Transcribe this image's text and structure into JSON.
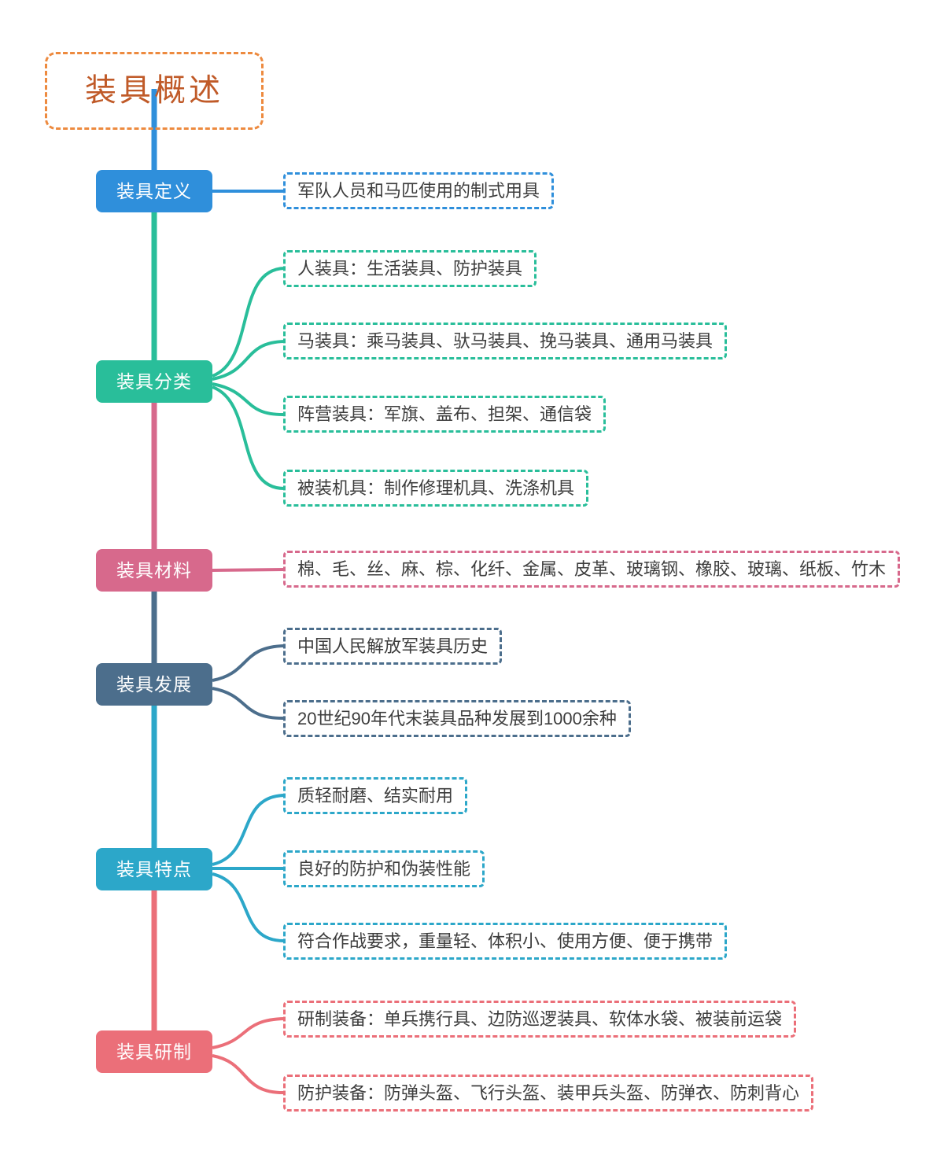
{
  "title": {
    "text": "装具概述",
    "text_color": "#c05a28",
    "border_color": "#ed8a3f"
  },
  "branches": [
    {
      "label": "装具定义",
      "color": "#2f8fdb",
      "leaves": [
        {
          "text": "军队人员和马匹使用的制式用具"
        }
      ]
    },
    {
      "label": "装具分类",
      "color": "#29be9a",
      "leaves": [
        {
          "text": "人装具：生活装具、防护装具"
        },
        {
          "text": "马装具：乘马装具、驮马装具、挽马装具、通用马装具"
        },
        {
          "text": "阵营装具：军旗、盖布、担架、通信袋"
        },
        {
          "text": "被装机具：制作修理机具、洗涤机具"
        }
      ]
    },
    {
      "label": "装具材料",
      "color": "#d7698c",
      "leaves": [
        {
          "text": "棉、毛、丝、麻、棕、化纤、金属、皮革、玻璃钢、橡胶、玻璃、纸板、竹木"
        }
      ]
    },
    {
      "label": "装具发展",
      "color": "#4c6e8c",
      "leaves": [
        {
          "text": "中国人民解放军装具历史"
        },
        {
          "text": "20世纪90年代末装具品种发展到1000余种"
        }
      ]
    },
    {
      "label": "装具特点",
      "color": "#2ca7c9",
      "leaves": [
        {
          "text": "质轻耐磨、结实耐用"
        },
        {
          "text": "良好的防护和伪装性能"
        },
        {
          "text": "符合作战要求，重量轻、体积小、使用方便、便于携带"
        }
      ]
    },
    {
      "label": "装具研制",
      "color": "#eb6f79",
      "leaves": [
        {
          "text": "研制装备：单兵携行具、边防巡逻装具、软体水袋、被装前运袋"
        },
        {
          "text": "防护装备：防弹头盔、飞行头盔、装甲兵头盔、防弹衣、防刺背心"
        }
      ]
    }
  ]
}
